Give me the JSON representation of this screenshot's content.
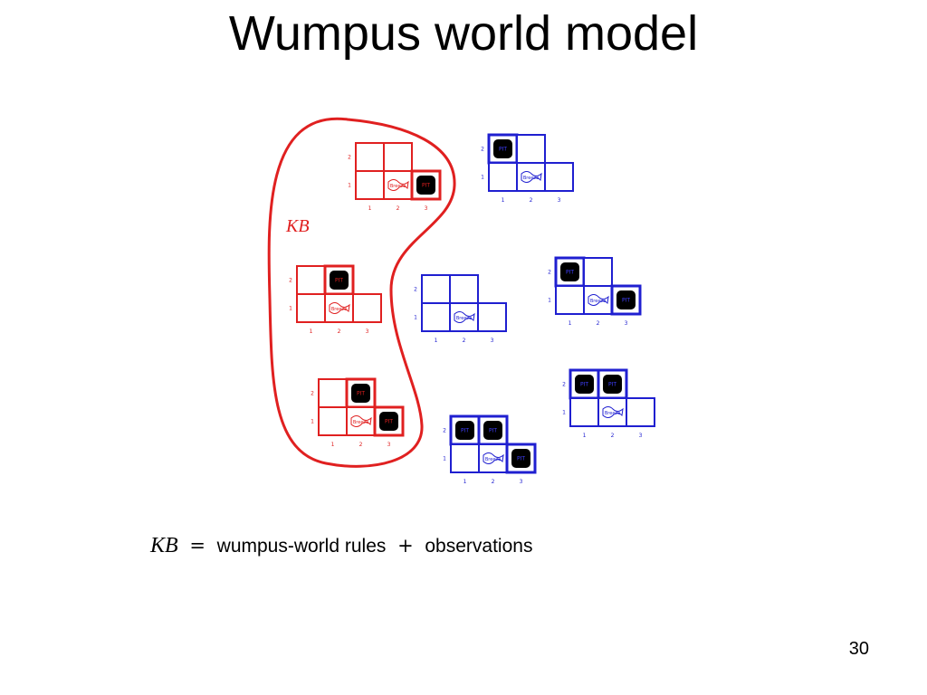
{
  "title": "Wumpus world model",
  "diagram": {
    "kb_label": "KB",
    "pit_label": "PIT",
    "breeze_label": "Breeze",
    "col_labels": [
      "1",
      "2",
      "3"
    ],
    "row_labels": [
      "1",
      "2"
    ],
    "colors": {
      "kb": "#e02020",
      "other": "#1f1fd0",
      "pit_fill": "#000000"
    },
    "models": [
      {
        "id": "m1",
        "in_kb": true,
        "pits": [
          "3,1"
        ]
      },
      {
        "id": "m2",
        "in_kb": false,
        "pits": [
          "1,2"
        ]
      },
      {
        "id": "m3",
        "in_kb": true,
        "pits": [
          "2,2"
        ]
      },
      {
        "id": "m4",
        "in_kb": false,
        "pits": []
      },
      {
        "id": "m5",
        "in_kb": false,
        "pits": [
          "1,2",
          "3,1"
        ]
      },
      {
        "id": "m6",
        "in_kb": true,
        "pits": [
          "2,2",
          "3,1"
        ]
      },
      {
        "id": "m7",
        "in_kb": false,
        "pits": [
          "1,2",
          "2,2"
        ]
      },
      {
        "id": "m8",
        "in_kb": false,
        "pits": [
          "1,2",
          "2,2",
          "3,1"
        ]
      }
    ]
  },
  "caption": {
    "kb": "KB",
    "equals": "=",
    "rules": "wumpus-world rules",
    "plus": "+",
    "observations": "observations"
  },
  "page_number": "30"
}
